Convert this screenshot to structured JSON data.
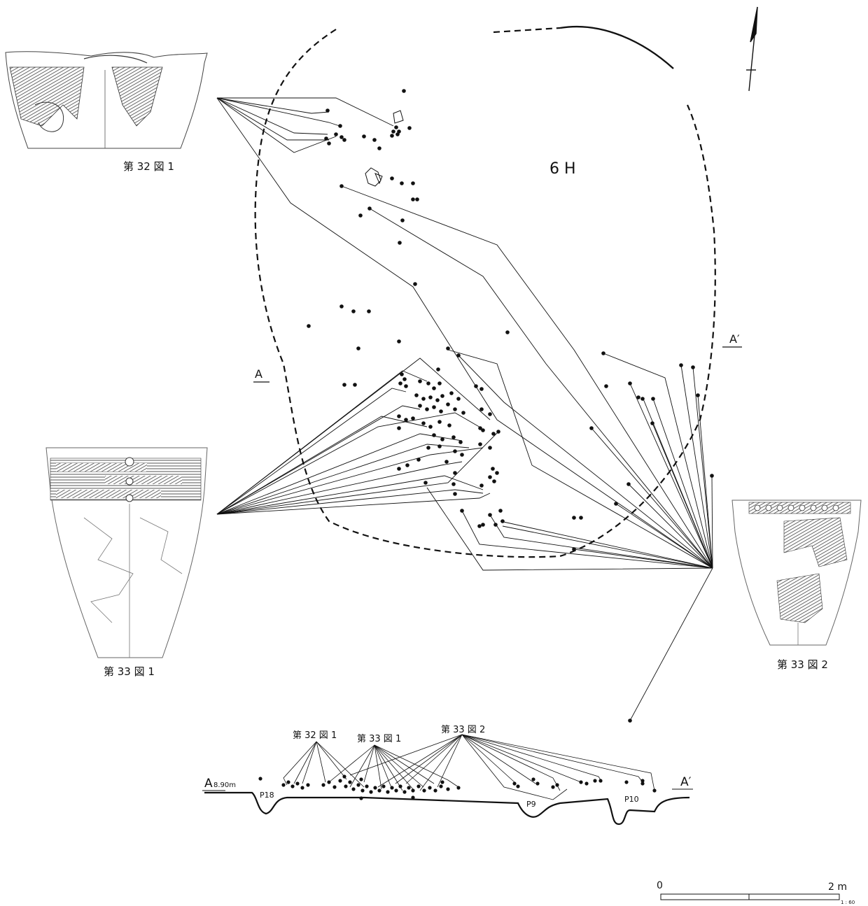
{
  "feature_label": "6 H",
  "section": {
    "start_label": "A",
    "end_label": "A′",
    "elevation": "8.90m",
    "pits": [
      "P18",
      "P9",
      "P10"
    ]
  },
  "artifacts": [
    {
      "id": "a1",
      "caption": "第 32 図 1"
    },
    {
      "id": "a2",
      "caption": "第 33 図 1"
    },
    {
      "id": "a3",
      "caption": "第 33 図 2"
    }
  ],
  "scale_bar": {
    "start": "0",
    "end": "2 m",
    "ratio": "1 : 60"
  },
  "colors": {
    "ink": "#111111",
    "sherd_pattern": "#666666",
    "paper": "#ffffff"
  }
}
